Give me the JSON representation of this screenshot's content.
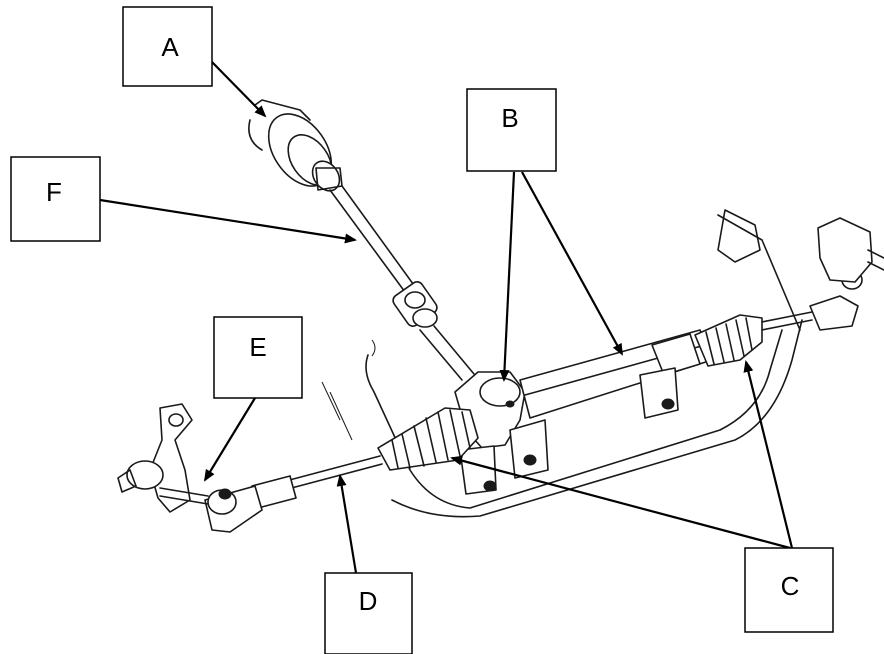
{
  "labels": {
    "a": "A",
    "b": "B",
    "c": "C",
    "d": "D",
    "e": "E",
    "f": "F"
  },
  "colors": {
    "ink": "#000000",
    "background": "#ffffff"
  }
}
